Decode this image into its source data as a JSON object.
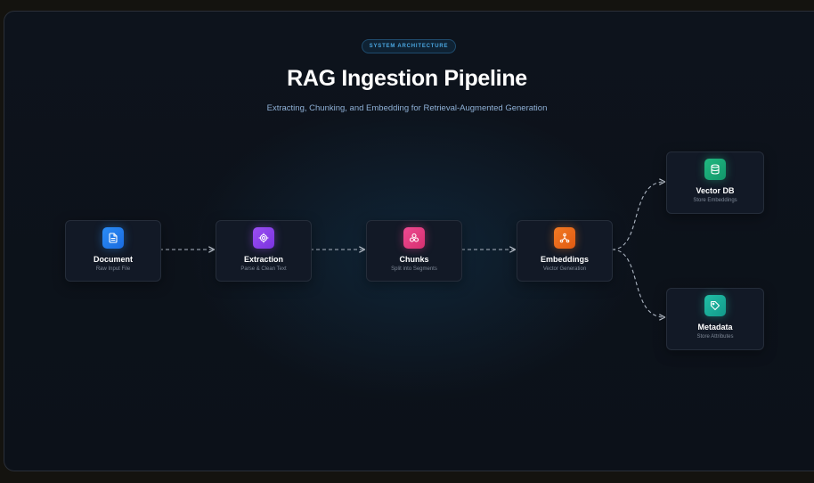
{
  "badge": "SYSTEM ARCHITECTURE",
  "title": "RAG Ingestion Pipeline",
  "subtitle": "Extracting, Chunking, and Embedding for Retrieval-Augmented Generation",
  "nodes": [
    {
      "label": "Document",
      "sub": "Raw Input File",
      "icon": "document-icon",
      "color": "#2b8cf5"
    },
    {
      "label": "Extraction",
      "sub": "Parse & Clean Text",
      "icon": "gear-icon",
      "color": "#9a4ff2"
    },
    {
      "label": "Chunks",
      "sub": "Split into Segments",
      "icon": "chunks-icon",
      "color": "#ee4a92"
    },
    {
      "label": "Embeddings",
      "sub": "Vector Generation",
      "icon": "network-icon",
      "color": "#f27a24"
    },
    {
      "label": "Vector DB",
      "sub": "Store Embeddings",
      "icon": "database-icon",
      "color": "#21b981"
    },
    {
      "label": "Metadata",
      "sub": "Store Attributes",
      "icon": "tag-icon",
      "color": "#21bfa6"
    }
  ],
  "edges": [
    {
      "from": "Document",
      "to": "Extraction"
    },
    {
      "from": "Extraction",
      "to": "Chunks"
    },
    {
      "from": "Chunks",
      "to": "Embeddings"
    },
    {
      "from": "Embeddings",
      "to": "Vector DB"
    },
    {
      "from": "Embeddings",
      "to": "Metadata"
    }
  ]
}
